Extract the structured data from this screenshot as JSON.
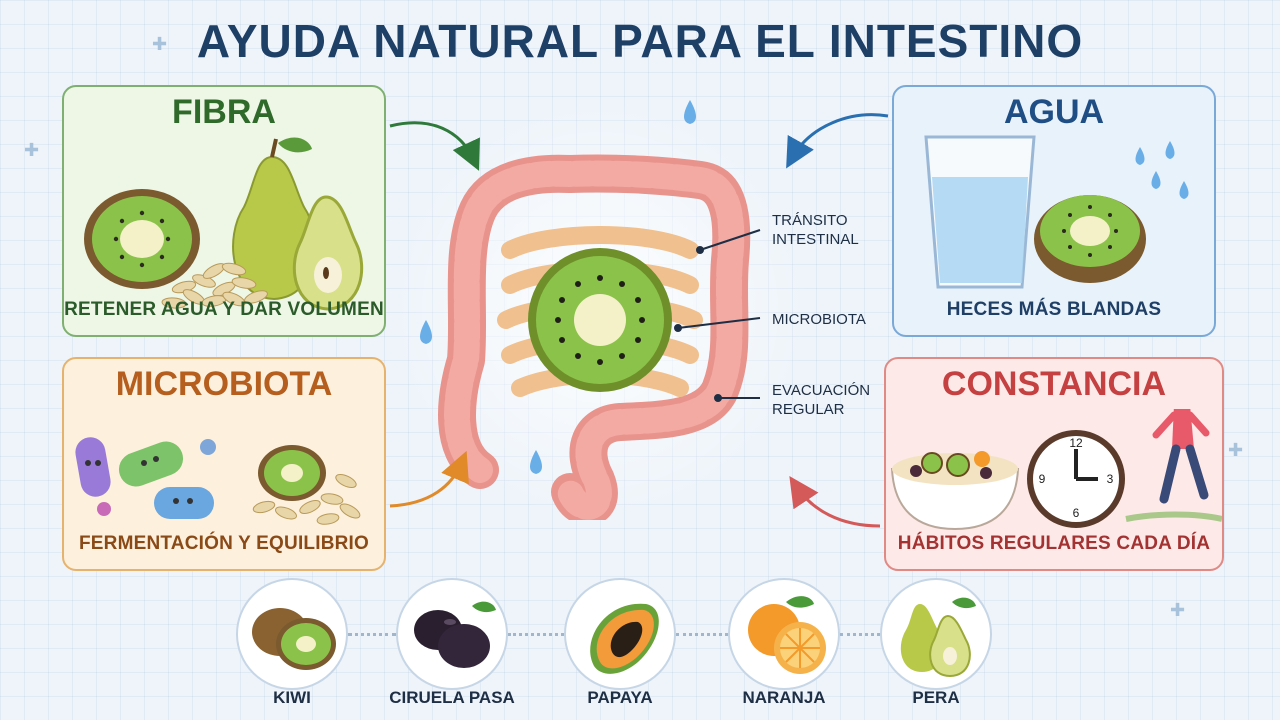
{
  "title": "AYUDA NATURAL PARA EL INTESTINO",
  "cards": {
    "fibra": {
      "title": "FIBRA",
      "caption": "RETENER AGUA Y DAR VOLUMEN"
    },
    "microbiota": {
      "title": "MICROBIOTA",
      "caption": "FERMENTACIÓN Y EQUILIBRIO"
    },
    "agua": {
      "title": "AGUA",
      "caption": "HECES MÁS BLANDAS"
    },
    "constancia": {
      "title": "CONSTANCIA",
      "caption": "HÁBITOS REGULARES CADA DÍA"
    }
  },
  "labels": {
    "transito": "TRÁNSITO\nINTESTINAL",
    "microbiota": "MICROBIOTA",
    "evacuacion": "EVACUACIÓN\nREGULAR"
  },
  "fruits": [
    {
      "label": "KIWI"
    },
    {
      "label": "CIRUELA PASA"
    },
    {
      "label": "PAPAYA"
    },
    {
      "label": "NARANJA"
    },
    {
      "label": "PERA"
    }
  ],
  "colors": {
    "title": "#1e3f66",
    "fibra": "#2f6a2b",
    "microbiota": "#b55e1e",
    "agua": "#1f4e85",
    "constancia": "#c54040"
  }
}
